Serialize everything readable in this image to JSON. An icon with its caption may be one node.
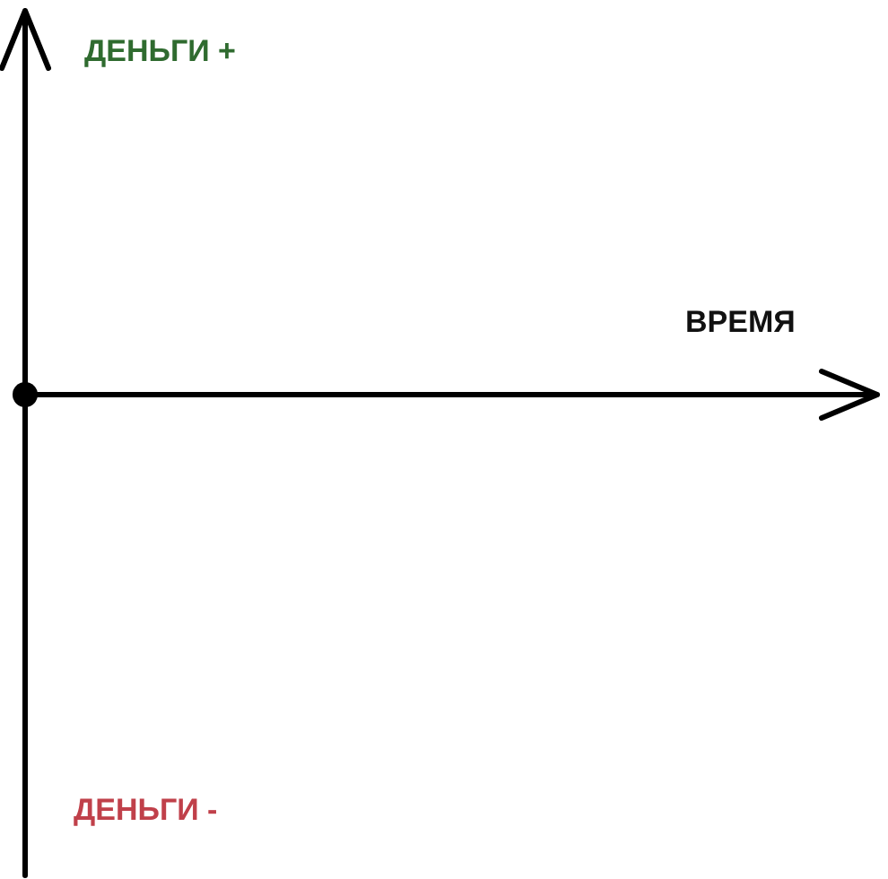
{
  "diagram": {
    "labels": [
      "ДЕНЬГИ +",
      "ВРЕМЯ",
      "ДЕНЬГИ -"
    ]
  }
}
